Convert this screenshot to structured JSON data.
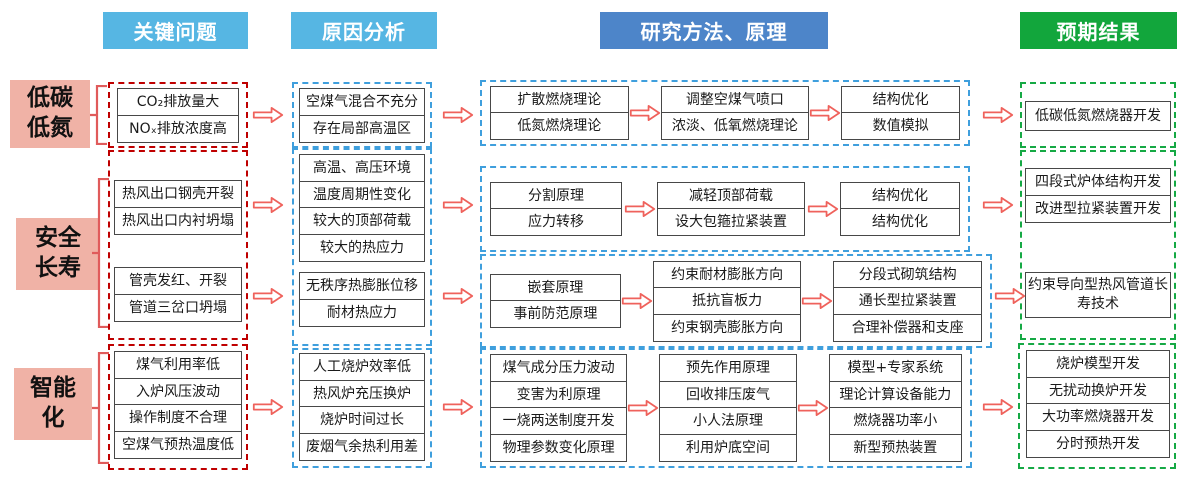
{
  "headers": {
    "problems": "关键问题",
    "causes": "原因分析",
    "methods": "研究方法、原理",
    "results": "预期结果"
  },
  "row_labels": {
    "r1": [
      "低碳",
      "低氮"
    ],
    "r2": [
      "安全",
      "长寿"
    ],
    "r3": [
      "智能",
      "化"
    ]
  },
  "problems": {
    "r1": [
      "CO₂排放量大",
      "NOₓ排放浓度高"
    ],
    "r2a": [
      "热风出口钢壳开裂",
      "热风出口内衬坍塌"
    ],
    "r2b": [
      "管壳发红、开裂",
      "管道三岔口坍塌"
    ],
    "r3": [
      "煤气利用率低",
      "入炉风压波动",
      "操作制度不合理",
      "空煤气预热温度低"
    ]
  },
  "causes": {
    "r1": [
      "空煤气混合不充分",
      "存在局部高温区"
    ],
    "r2a": [
      "高温、高压环境",
      "温度周期性变化",
      "较大的顶部荷载",
      "较大的热应力"
    ],
    "r2b": [
      "无秩序热膨胀位移",
      "耐材热应力"
    ],
    "r3": [
      "人工烧炉效率低",
      "热风炉充压换炉",
      "烧炉时间过长",
      "废烟气余热利用差"
    ]
  },
  "methods": {
    "r1": [
      [
        "扩散燃烧理论",
        "低氮燃烧理论"
      ],
      [
        "调整空煤气喷口",
        "浓淡、低氧燃烧理论"
      ],
      [
        "结构优化",
        "数值模拟"
      ]
    ],
    "r2a": [
      [
        "分割原理",
        "应力转移"
      ],
      [
        "减轻顶部荷载",
        "设大包箍拉紧装置"
      ],
      [
        "结构优化",
        "结构优化"
      ]
    ],
    "r2b": [
      [
        "嵌套原理",
        "事前防范原理"
      ],
      [
        "约束耐材膨胀方向",
        "抵抗盲板力",
        "约束钢壳膨胀方向"
      ],
      [
        "分段式砌筑结构",
        "通长型拉紧装置",
        "合理补偿器和支座"
      ]
    ],
    "r3": [
      [
        "煤气成分压力波动",
        "变害为利原理",
        "一烧两送制度开发",
        "物理参数变化原理"
      ],
      [
        "预先作用原理",
        "回收排压废气",
        "小人法原理",
        "利用炉底空间"
      ],
      [
        "模型+专家系统",
        "理论计算设备能力",
        "燃烧器功率小",
        "新型预热装置"
      ]
    ]
  },
  "results": {
    "r1": [
      "低碳低氮燃烧器开发"
    ],
    "r2a": [
      "四段式炉体结构开发",
      "改进型拉紧装置开发"
    ],
    "r2b": [
      "约束导向型热风管道长寿技术"
    ],
    "r3": [
      "烧炉模型开发",
      "无扰动换炉开发",
      "大功率燃烧器开发",
      "分时预热开发"
    ]
  },
  "colors": {
    "header_light_blue": "#56b6e3",
    "header_mid_blue": "#4d85c9",
    "header_green": "#12a63c",
    "row_label_pink": "#f0b2a6",
    "dashed_red": "#bf0000",
    "dashed_blue": "#3f9fdd",
    "dashed_green": "#16a945",
    "arrow_red": "#ef625c"
  }
}
